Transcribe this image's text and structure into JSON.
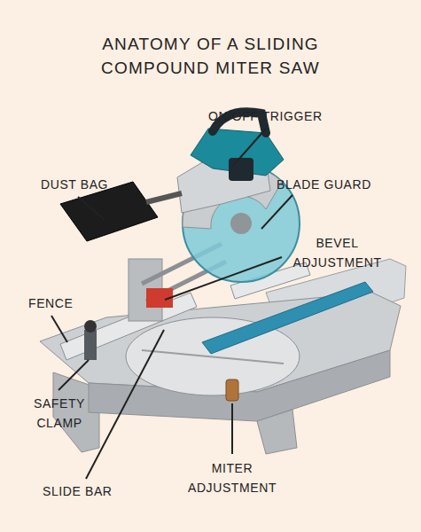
{
  "diagram": {
    "title": "ANATOMY OF A SLIDING COMPOUND MITER SAW",
    "labels": [
      "ON/OFF TRIGGER",
      "DUST BAG",
      "BLADE GUARD",
      "BEVEL ADJUSTMENT",
      "FENCE",
      "SAFETY CLAMP",
      "SLIDE BAR",
      "MITER ADJUSTMENT"
    ]
  }
}
